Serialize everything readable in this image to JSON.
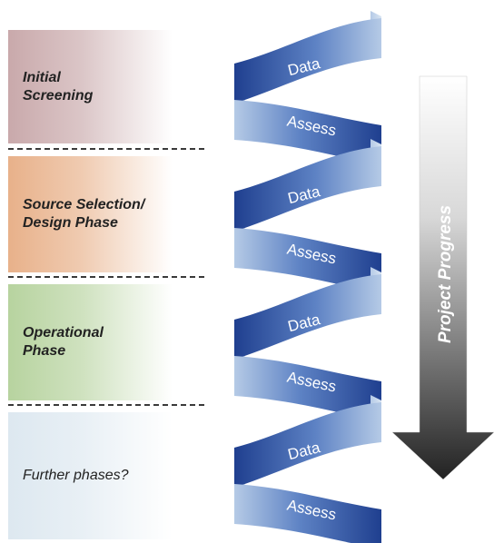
{
  "phases": [
    {
      "label": "Initial\nScreening",
      "color": "#c9a9ab"
    },
    {
      "label": "Source Selection/\nDesign Phase",
      "color": "#e8b18a"
    },
    {
      "label": "Operational\nPhase",
      "color": "#b7d39f"
    },
    {
      "label": "Further phases?",
      "color": "#dde8f0"
    }
  ],
  "helix": {
    "data_label": "Data",
    "assess_label": "Assess",
    "colors": {
      "dark": "#1f3f8f",
      "mid": "#5d82c4",
      "light": "#b5cae6"
    }
  },
  "progress_arrow": {
    "label": "Project Progress",
    "colors": {
      "top": "#ffffff",
      "bottom": "#222222"
    }
  }
}
